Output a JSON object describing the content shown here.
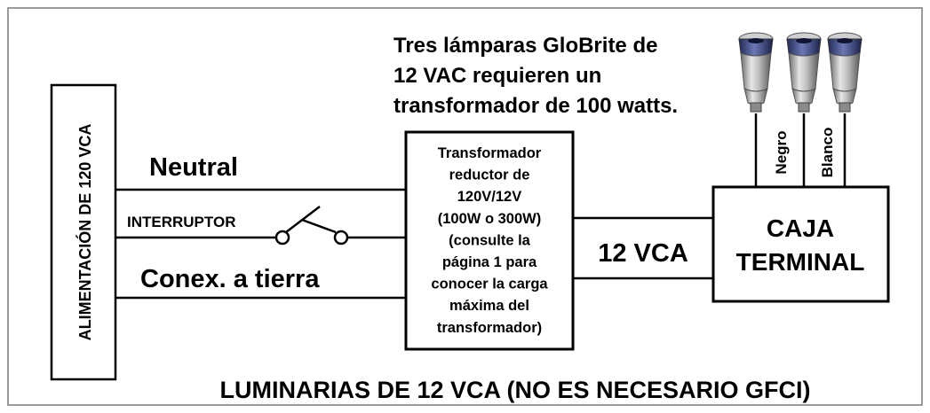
{
  "diagram": {
    "power_supply_label": "ALIMENTACIÓN DE 120  VCA",
    "neutral_label": "Neutral",
    "switch_label": "INTERRUPTOR",
    "ground_label": "Conex. a tierra",
    "transformer_lines": [
      "Transformador",
      "reductor de",
      "120V/12V",
      "(100W o 300W)",
      "(consulte la",
      "página 1 para",
      "conocer la carga",
      "máxima del",
      "transformador)"
    ],
    "output_label": "12 VCA",
    "terminal_box_lines": [
      "CAJA",
      "TERMINAL"
    ],
    "wire_black_label": "Negro",
    "wire_white_label": "Blanco",
    "note_lines": [
      "Tres lámparas GloBrite de",
      "12 VAC requieren un",
      "transformador de 100 watts."
    ],
    "footer_caption": "LUMINARIAS DE 12 VCA (NO ES NECESARIO GFCI)",
    "lamps": [
      {
        "icon": "lamp-icon"
      },
      {
        "icon": "lamp-icon"
      },
      {
        "icon": "lamp-icon"
      }
    ]
  },
  "colors": {
    "line": "#000000",
    "background": "#ffffff",
    "frame": "#7a7a7a"
  }
}
